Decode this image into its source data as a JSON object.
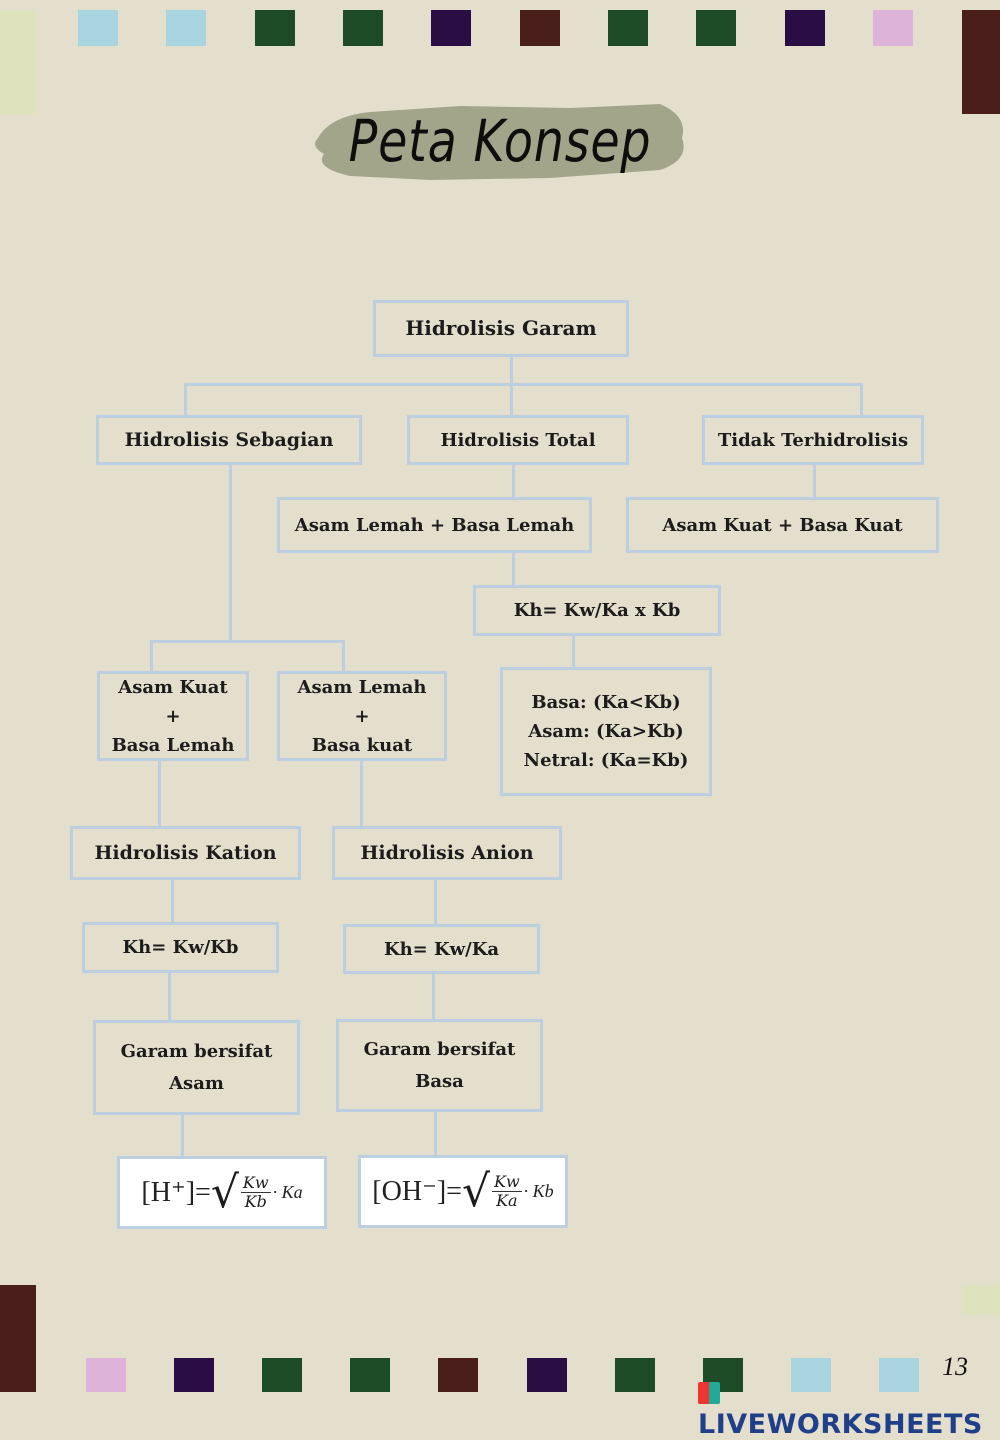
{
  "title": "Peta Konsep",
  "page_number": "13",
  "watermark": "LIVEWORKSHEETS",
  "colors": {
    "background": "#e4dfcd",
    "box_border": "#bccfe0",
    "title_brush": "#a3a58a",
    "deco": [
      "#a9d5e0",
      "#1e4c26",
      "#2a0d45",
      "#4a1e1a",
      "#ddb3d9",
      "#dfe3bd"
    ]
  },
  "nodes": {
    "root": "Hidrolisis Garam",
    "sebagian": "Hidrolisis Sebagian",
    "total": "Hidrolisis Total",
    "tidak": "Tidak Terhidrolisis",
    "lemah_lemah": "Asam Lemah + Basa Lemah",
    "kuat_kuat": "Asam Kuat + Basa Kuat",
    "kh_total": "Kh= Kw/Ka x Kb",
    "sifat_total": [
      "Basa: (Ka<Kb)",
      "Asam: (Ka>Kb)",
      "Netral: (Ka=Kb)"
    ],
    "kuat_lemah": [
      "Asam Kuat",
      "+",
      "Basa Lemah"
    ],
    "lemah_kuat": [
      "Asam Lemah",
      "+",
      "Basa kuat"
    ],
    "kation": "Hidrolisis Kation",
    "anion": "Hidrolisis Anion",
    "kh_kation": "Kh= Kw/Kb",
    "kh_anion": "Kh= Kw/Ka",
    "garam_asam": [
      "Garam bersifat",
      "Asam"
    ],
    "garam_basa": [
      "Garam bersifat",
      "Basa"
    ]
  },
  "formulas": {
    "h_plus": {
      "lhs": "[H⁺]=",
      "num": "Kw",
      "den": "Kb",
      "tail": "· Ka"
    },
    "oh_minus": {
      "lhs": "[OH⁻]=",
      "num": "Kw",
      "den": "Ka",
      "tail": "· Kb"
    }
  }
}
